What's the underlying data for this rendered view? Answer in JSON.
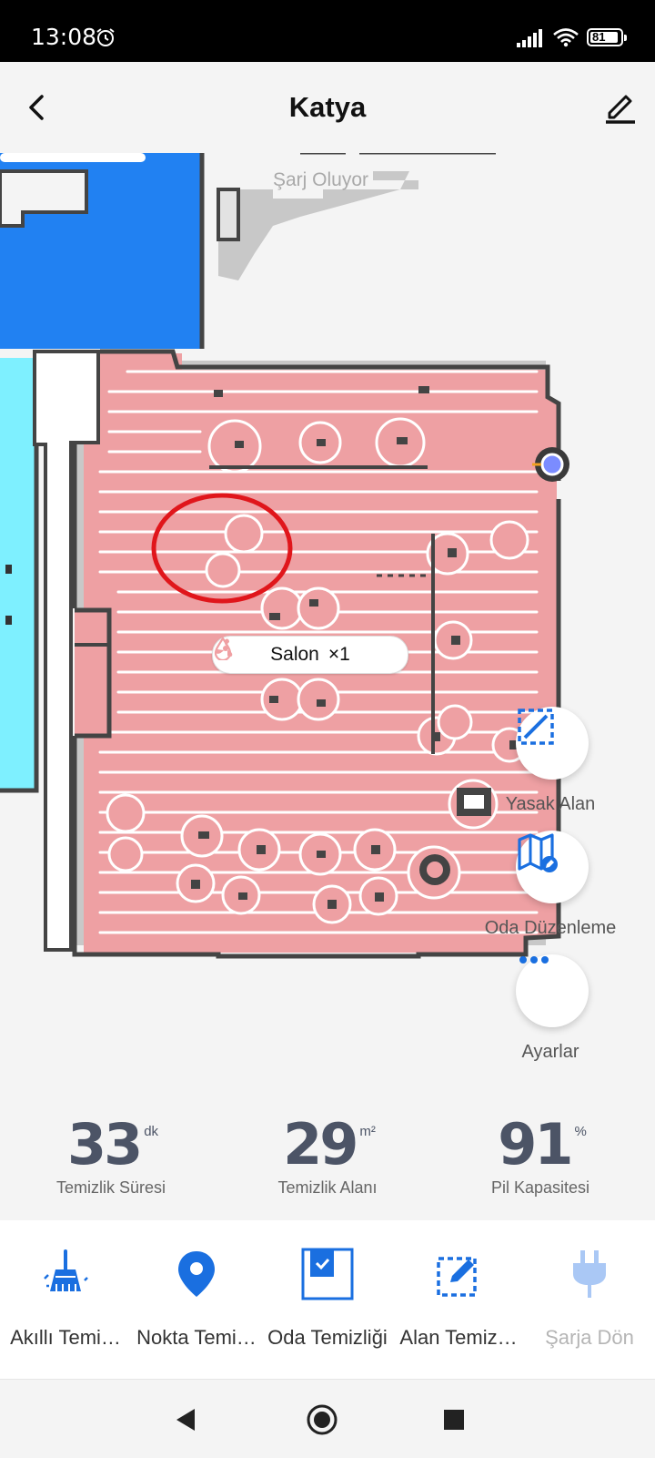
{
  "status_bar": {
    "time": "13:08",
    "battery": "81"
  },
  "header": {
    "title": "Katya"
  },
  "map": {
    "charging_status": "Şarj Oluyor",
    "room_label": "Salon",
    "room_passes": "×1"
  },
  "actions": [
    {
      "label": "Yasak Alan",
      "icon": "no-go-zone-icon"
    },
    {
      "label": "Oda Düzenleme",
      "icon": "room-edit-icon"
    },
    {
      "label": "Ayarlar",
      "icon": "more-dots-icon"
    }
  ],
  "stats": [
    {
      "value": "33",
      "unit": "dk",
      "label": "Temizlik Süresi"
    },
    {
      "value": "29",
      "unit": "m²",
      "label": "Temizlik Alanı"
    },
    {
      "value": "91",
      "unit": "%",
      "label": "Pil Kapasitesi"
    }
  ],
  "tabs": [
    {
      "label": "Akıllı Temi…",
      "icon": "broom-icon"
    },
    {
      "label": "Nokta Temi…",
      "icon": "location-pin-icon"
    },
    {
      "label": "Oda Temizliği",
      "icon": "room-select-icon"
    },
    {
      "label": "Alan Temiz…",
      "icon": "area-edit-icon"
    },
    {
      "label": "Şarja Dön",
      "icon": "plug-icon"
    }
  ],
  "colors": {
    "accent": "#1a6fe0",
    "room_fill": "#eea0a3",
    "floor_blue": "#2181f2",
    "floor_cyan": "#7ef0ff",
    "highlight_circle": "#e0161b"
  }
}
